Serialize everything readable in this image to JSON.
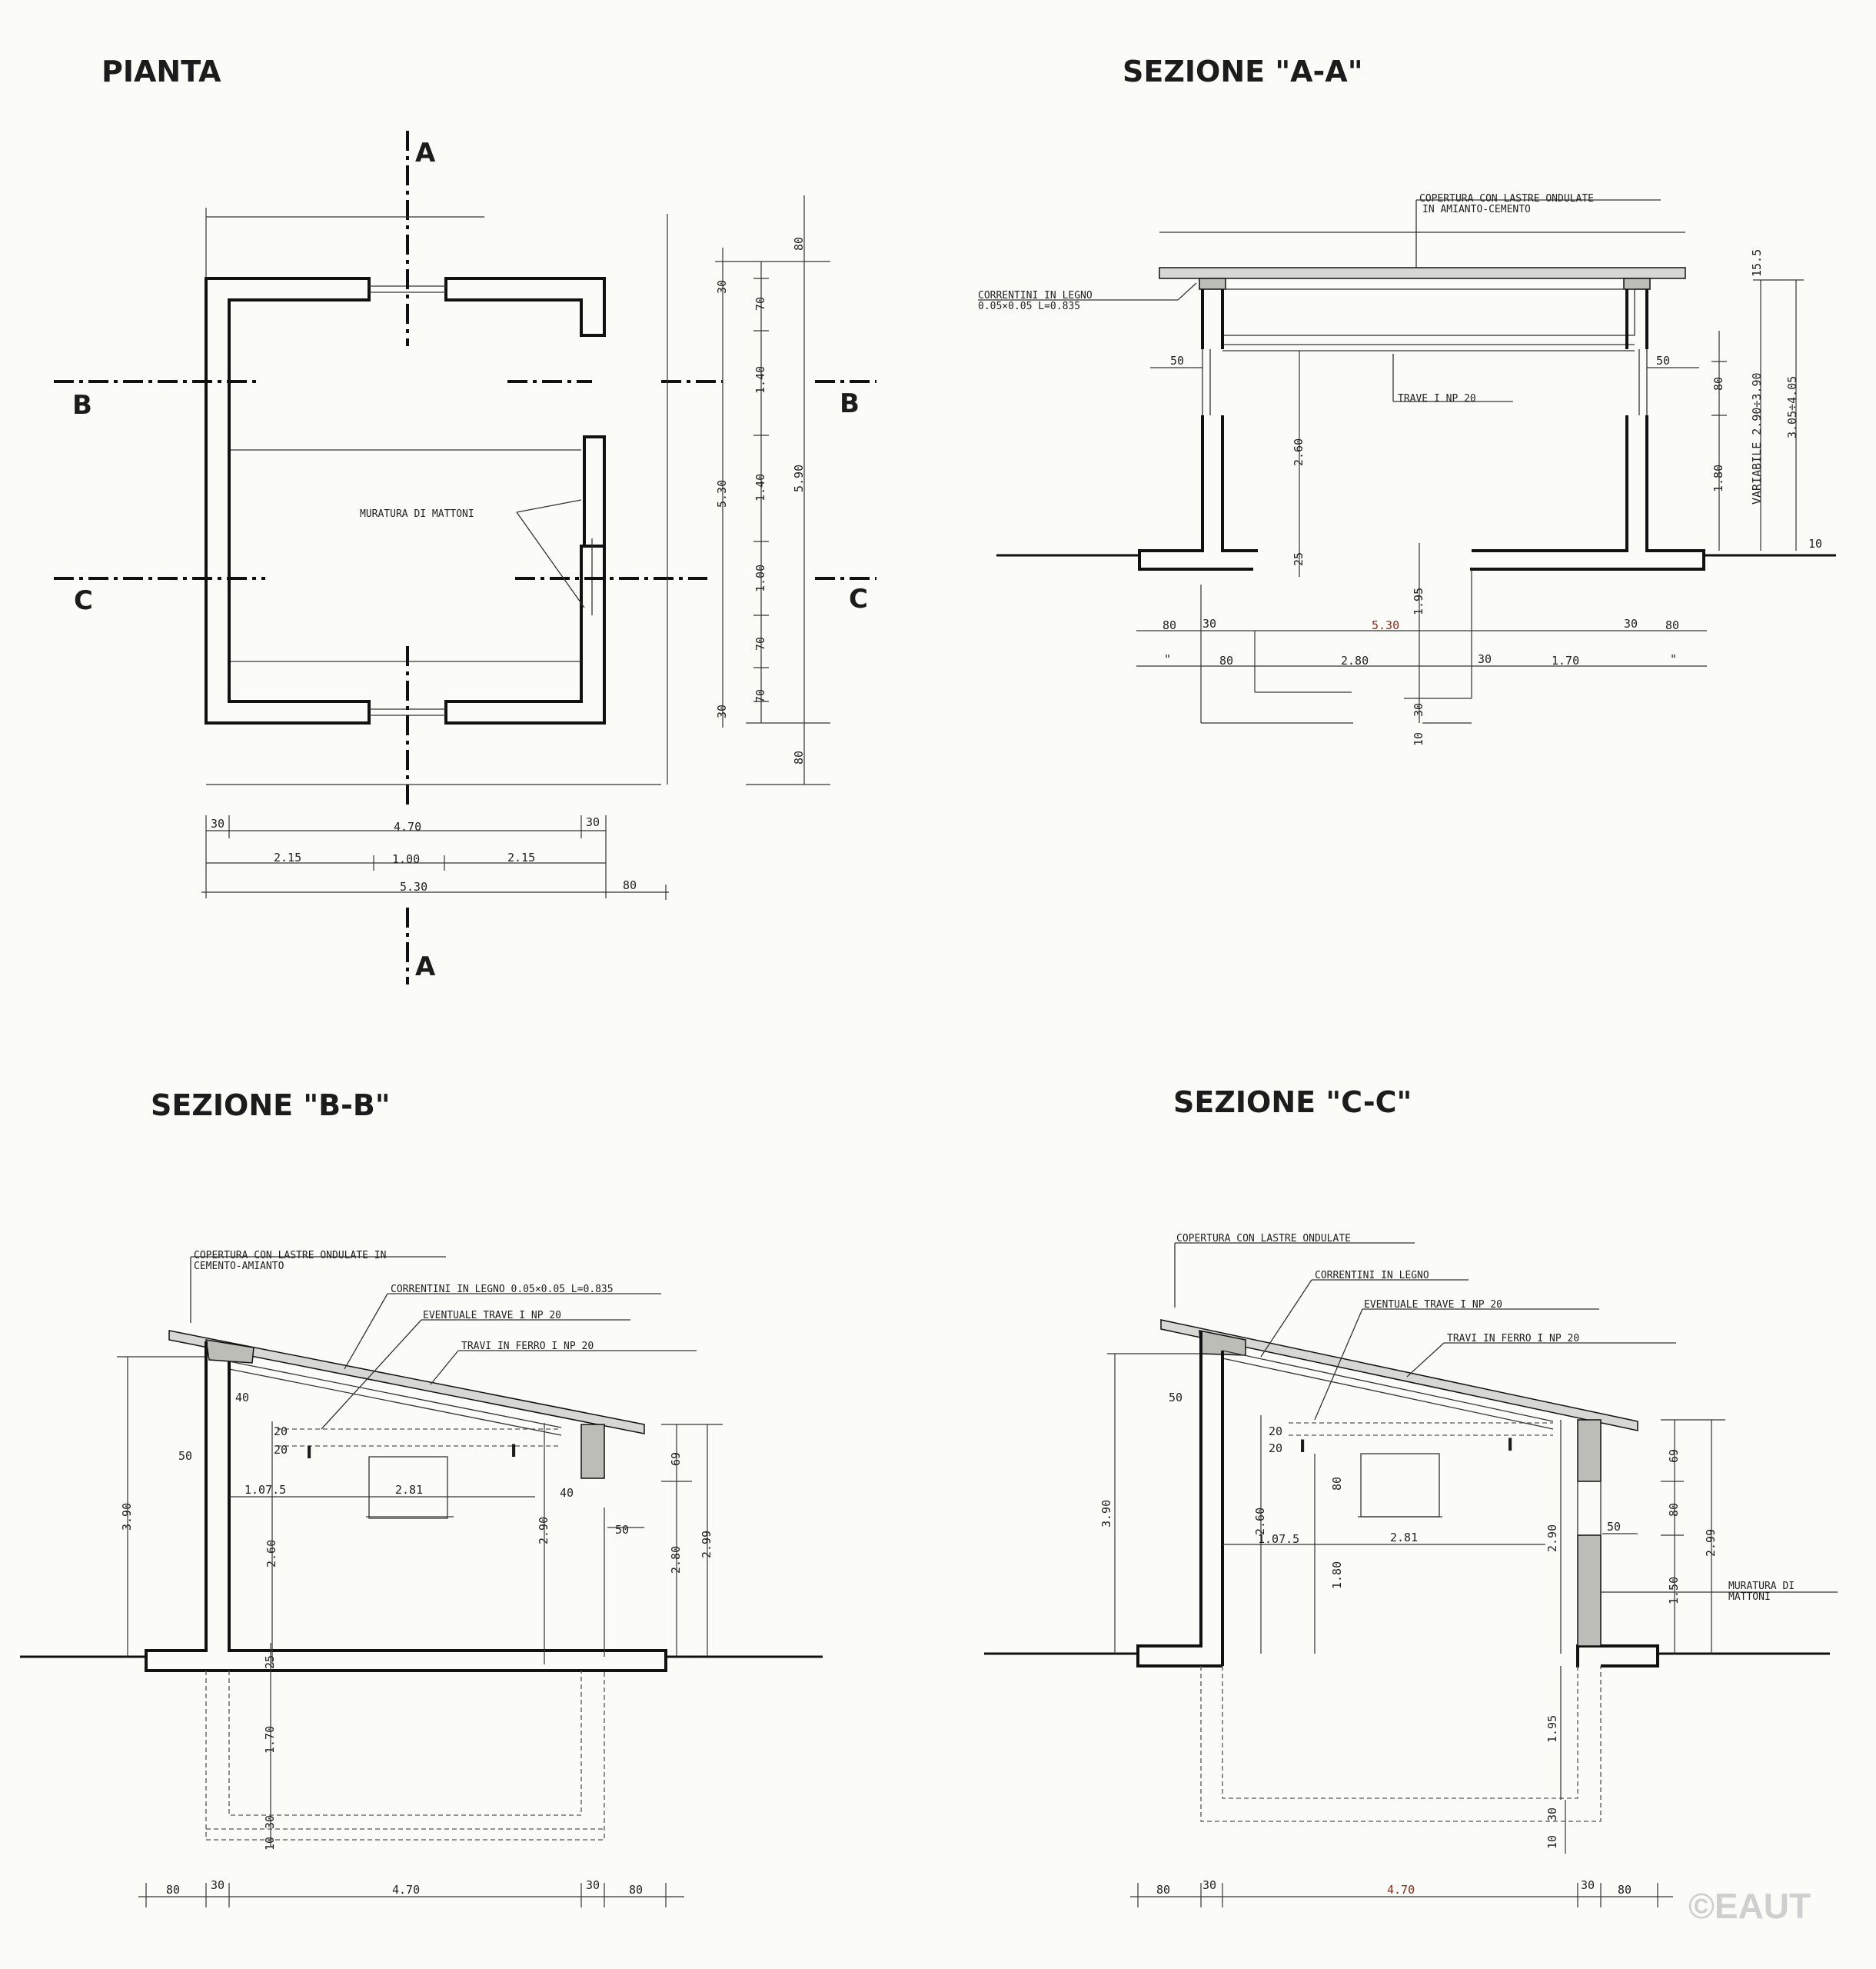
{
  "titles": {
    "pianta": "PIANTA",
    "sez_a": "SEZIONE \"A-A\"",
    "sez_b": "SEZIONE \"B-B\"",
    "sez_c": "SEZIONE \"C-C\""
  },
  "watermark": "©EAUT",
  "pianta": {
    "marks": {
      "a": "A",
      "b": "B",
      "c": "C"
    },
    "note": "MURATURA DI MATTONI",
    "dims": {
      "w30": "30",
      "w470": "4.70",
      "w215": "2.15",
      "w100": "1.00",
      "w530": "5.30",
      "w80": "80",
      "v80": "80",
      "v30": "30",
      "v70": "70",
      "v140": "1.40",
      "v100": "1.00",
      "v530": "5.30",
      "v590": "5.90"
    }
  },
  "sez_a": {
    "roof_note_1": "COPERTURA CON LASTRE ONDULATE",
    "roof_note_2": "IN AMIANTO-CEMENTO",
    "purlin_1": "CORRENTINI IN LEGNO",
    "purlin_2": "0.05×0.05  L=0.835",
    "beam": "TRAVE I NP 20",
    "var_label": "VARIABILE 2.90÷3.90",
    "var2": "3.05÷4.05",
    "dims": {
      "d155": "15.5",
      "d50": "50",
      "d260": "2.60",
      "d80": "80",
      "d180": "1.80",
      "d25": "25",
      "d10": "10",
      "d195": "1.95",
      "d30": "30",
      "d530": "5.30",
      "d280": "2.80",
      "d170": "1.70",
      "quote": "\""
    }
  },
  "sez_b": {
    "roof_1": "COPERTURA CON LASTRE ONDULATE IN",
    "roof_2": "CEMENTO-AMIANTO",
    "purlins": "CORRENTINI IN LEGNO 0.05×0.05 L=0.835",
    "ev_beam": "EVENTUALE TRAVE I NP 20",
    "iron": "TRAVI IN FERRO I NP 20",
    "dims": {
      "d390": "3.90",
      "d40": "40",
      "d20": "20",
      "d50": "50",
      "d1075": "1.07.5",
      "d281": "2.81",
      "d260": "2.60",
      "d290": "2.90",
      "d69": "69",
      "d280": "2.80",
      "d299": "2.99",
      "d25": "25",
      "d170": "1.70",
      "d30": "30",
      "d10": "10",
      "d80": "80",
      "d470": "4.70"
    }
  },
  "sez_c": {
    "roof": "COPERTURA CON LASTRE ONDULATE",
    "purlins": "CORRENTINI IN LEGNO",
    "ev_beam": "EVENTUALE TRAVE I NP 20",
    "iron": "TRAVI IN FERRO I NP 20",
    "brick_1": "MURATURA DI",
    "brick_2": "MATTONI",
    "dims": {
      "d390": "3.90",
      "d50": "50",
      "d20": "20",
      "d1075": "1.07.5",
      "d281": "2.81",
      "d260": "2.60",
      "d80": "80",
      "d180": "1.80",
      "d290": "2.90",
      "d69": "69",
      "d150": "1.50",
      "d299": "2.99",
      "d195": "1.95",
      "d30": "30",
      "d10": "10",
      "d470": "4.70"
    }
  }
}
